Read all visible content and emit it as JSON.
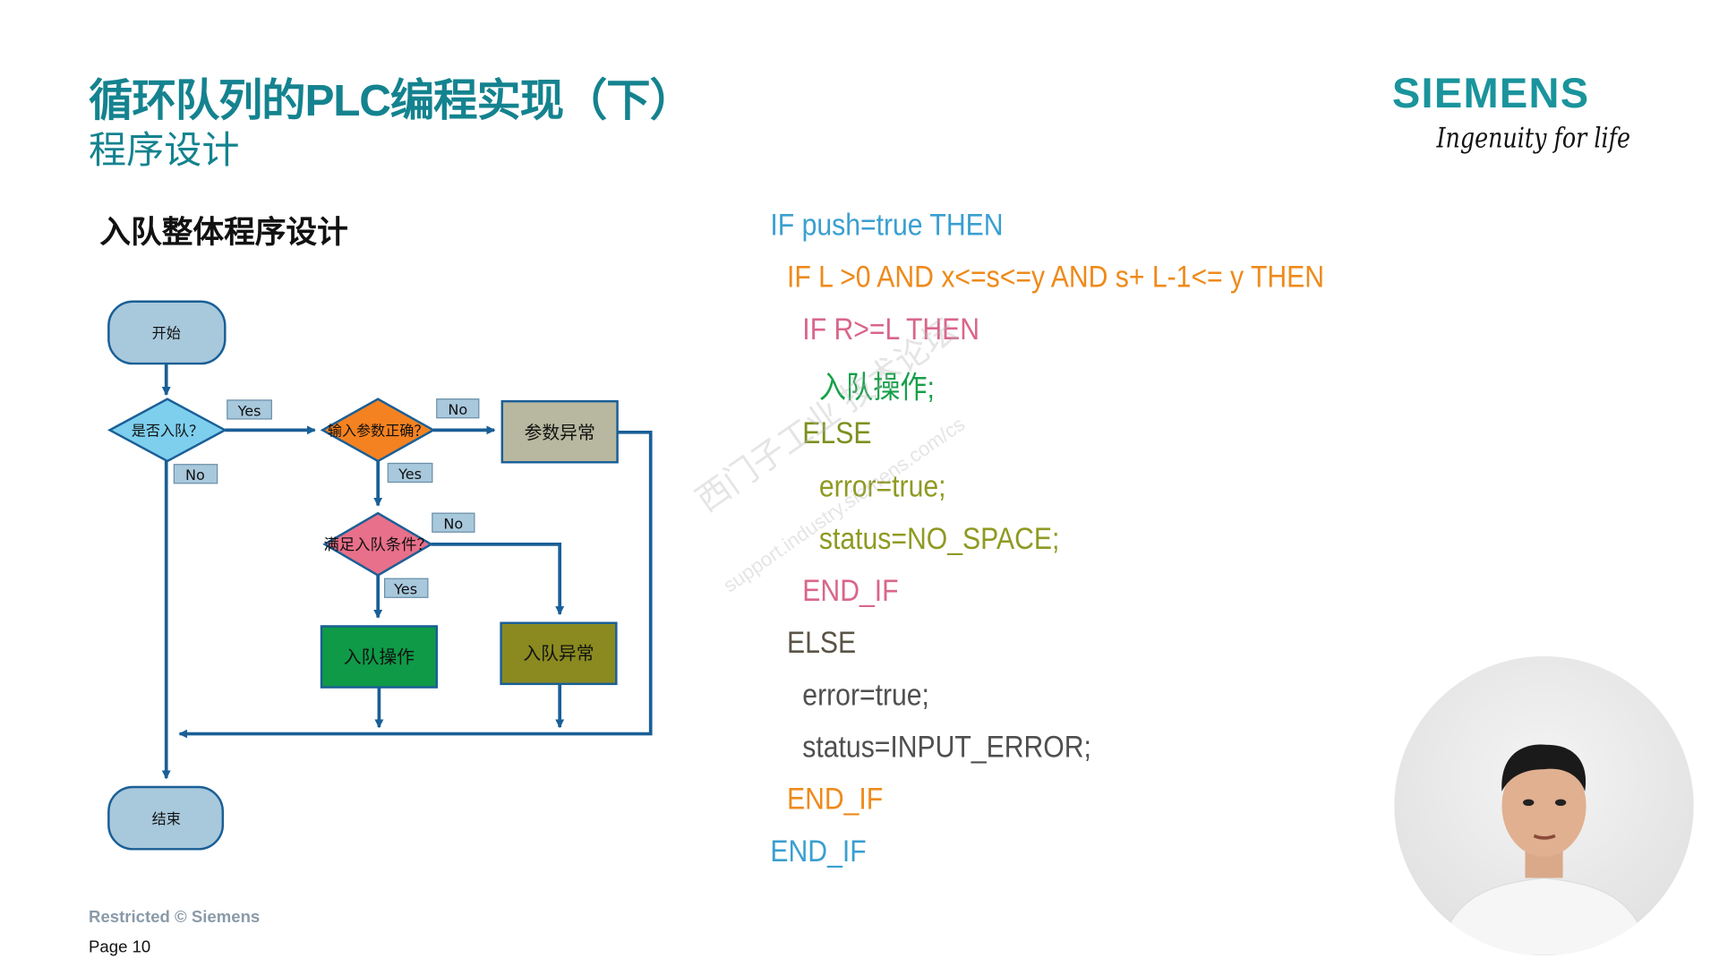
{
  "header": {
    "title": "循环队列的PLC编程实现（下）",
    "subtitle": "程序设计"
  },
  "brand": {
    "logo": "SIEMENS",
    "tagline": "Ingenuity for life"
  },
  "section_title": "入队整体程序设计",
  "flowchart": {
    "start": "开始",
    "end": "结束",
    "decision_enqueue": "是否入队？",
    "decision_params": "输入参数正确？",
    "decision_condition": "满足入队条件？",
    "param_error": "参数异常",
    "enqueue_op": "入队操作",
    "enqueue_error": "入队异常",
    "yes": "Yes",
    "no": "No"
  },
  "code": [
    {
      "text": "IF push=true THEN",
      "color": "#3a9fd0"
    },
    {
      "text": "IF L >0 AND  x<=s<=y AND s+ L-1<= y THEN",
      "color": "#ee8a1a"
    },
    {
      "text": "IF R>=L THEN",
      "color": "#d9668a"
    },
    {
      "text": "入队操作;",
      "color": "#17a04a"
    },
    {
      "text": "ELSE",
      "color": "#7f8f1e"
    },
    {
      "text": "error=true;",
      "color": "#8f9a22"
    },
    {
      "text": "status=NO_SPACE;",
      "color": "#8f9a22"
    },
    {
      "text": "END_IF",
      "color": "#d9668a"
    },
    {
      "text": "ELSE",
      "color": "#5a5446"
    },
    {
      "text": "error=true;",
      "color": "#4f4f4f"
    },
    {
      "text": "status=INPUT_ERROR;",
      "color": "#4f4f4f"
    },
    {
      "text": "END_IF",
      "color": "#ee8a1a"
    },
    {
      "text": "END_IF",
      "color": "#3a9fd0"
    }
  ],
  "watermark": {
    "line1": "西门子工业  技术论坛",
    "line2": "support.industry.siemens.com/cs"
  },
  "footer": {
    "restricted": "Restricted © Siemens",
    "page": "Page 10"
  }
}
